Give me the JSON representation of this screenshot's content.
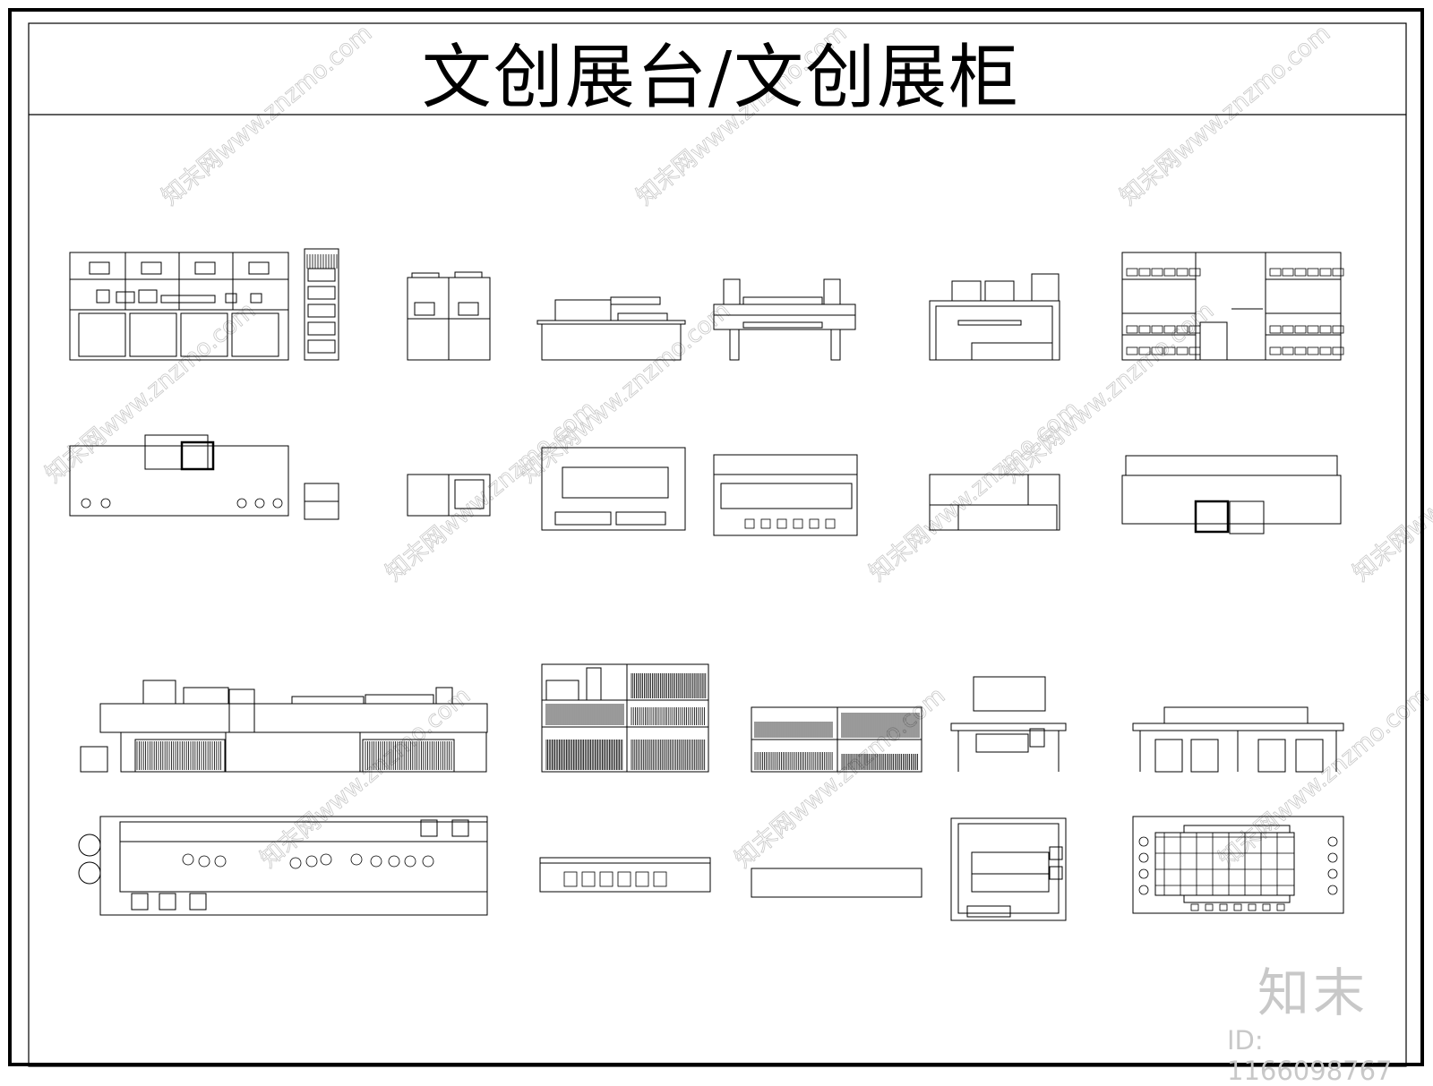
{
  "drawing": {
    "title": "文创展台/文创展柜"
  },
  "watermark": {
    "text": "知末网www.znzmo.com",
    "brand": "知末",
    "id_label": "ID: 1166098767"
  },
  "colors": {
    "line": "#000000",
    "background": "#ffffff",
    "watermark": "#c8c8c8"
  }
}
